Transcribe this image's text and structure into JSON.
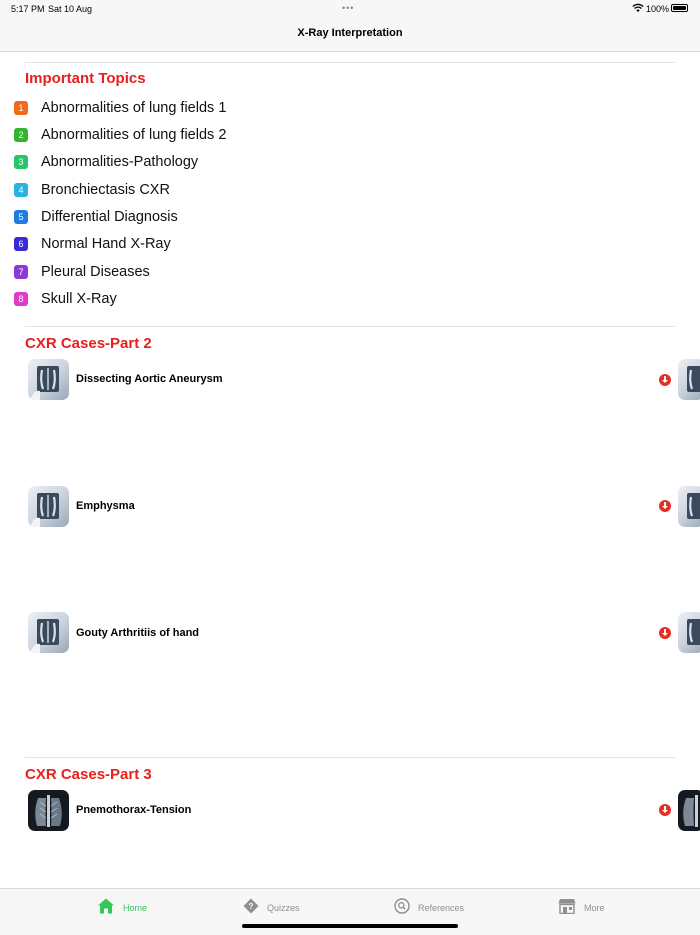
{
  "status_bar": {
    "time": "5:17 PM",
    "date": "Sat 10 Aug",
    "dots": "•••",
    "battery": "100%"
  },
  "nav": {
    "title": "X-Ray Interpretation"
  },
  "important_topics": {
    "title": "Important Topics",
    "items": [
      {
        "num": "1",
        "label": "Abnormalities of lung fields 1",
        "color": "#f26a1b"
      },
      {
        "num": "2",
        "label": "Abnormalities of lung fields 2",
        "color": "#2fb52f"
      },
      {
        "num": "3",
        "label": "Abnormalities-Pathology",
        "color": "#27c46b"
      },
      {
        "num": "4",
        "label": "Bronchiectasis CXR",
        "color": "#2bb3e0"
      },
      {
        "num": "5",
        "label": "Differential Diagnosis",
        "color": "#1e7be0"
      },
      {
        "num": "6",
        "label": "Normal Hand X-Ray",
        "color": "#3a2bd6"
      },
      {
        "num": "7",
        "label": "Pleural Diseases",
        "color": "#8a3ad6"
      },
      {
        "num": "8",
        "label": "Skull X-Ray",
        "color": "#e03ac8"
      }
    ]
  },
  "cxr_part2": {
    "title": "CXR Cases-Part 2",
    "cases": [
      {
        "title": "Dissecting Aortic Aneurysm"
      },
      {
        "title": "Emphysma"
      },
      {
        "title": "Gouty Arthritiis of hand"
      }
    ]
  },
  "cxr_part3": {
    "title": "CXR Cases-Part 3",
    "cases": [
      {
        "title": "Pnemothorax-Tension"
      }
    ]
  },
  "tabs": [
    {
      "label": "Home",
      "icon": "home-icon",
      "active": true
    },
    {
      "label": "Quizzes",
      "icon": "question-diamond-icon",
      "active": false
    },
    {
      "label": "References",
      "icon": "search-icon",
      "active": false
    },
    {
      "label": "More",
      "icon": "store-icon",
      "active": false
    }
  ],
  "colors": {
    "accent": "#e8201e",
    "tab_active": "#34c759",
    "download": "#e62f22"
  }
}
